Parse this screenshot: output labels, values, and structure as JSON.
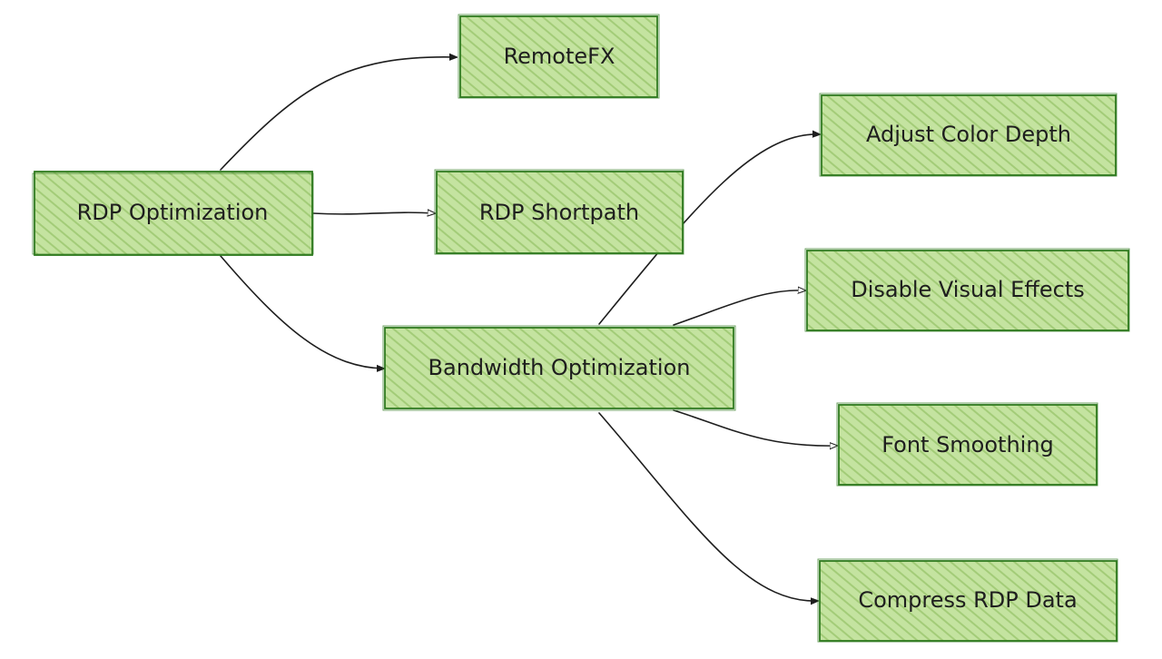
{
  "colors": {
    "node_fill": "#b2d88a",
    "node_border": "#2f7a1f",
    "edge": "#1e1e1e",
    "background": "#ffffff"
  },
  "nodes": {
    "rdp_optimization": "RDP Optimization",
    "remotefx": "RemoteFX",
    "rdp_shortpath": "RDP Shortpath",
    "bandwidth_optimization": "Bandwidth Optimization",
    "adjust_color_depth": "Adjust Color Depth",
    "disable_visual_effects": "Disable Visual Effects",
    "font_smoothing": "Font Smoothing",
    "compress_rdp_data": "Compress RDP Data"
  },
  "edges": [
    {
      "from": "rdp_optimization",
      "to": "remotefx",
      "arrow": "filled"
    },
    {
      "from": "rdp_optimization",
      "to": "rdp_shortpath",
      "arrow": "open"
    },
    {
      "from": "rdp_optimization",
      "to": "bandwidth_optimization",
      "arrow": "filled"
    },
    {
      "from": "bandwidth_optimization",
      "to": "adjust_color_depth",
      "arrow": "filled"
    },
    {
      "from": "bandwidth_optimization",
      "to": "disable_visual_effects",
      "arrow": "open"
    },
    {
      "from": "bandwidth_optimization",
      "to": "font_smoothing",
      "arrow": "open"
    },
    {
      "from": "bandwidth_optimization",
      "to": "compress_rdp_data",
      "arrow": "filled"
    }
  ]
}
